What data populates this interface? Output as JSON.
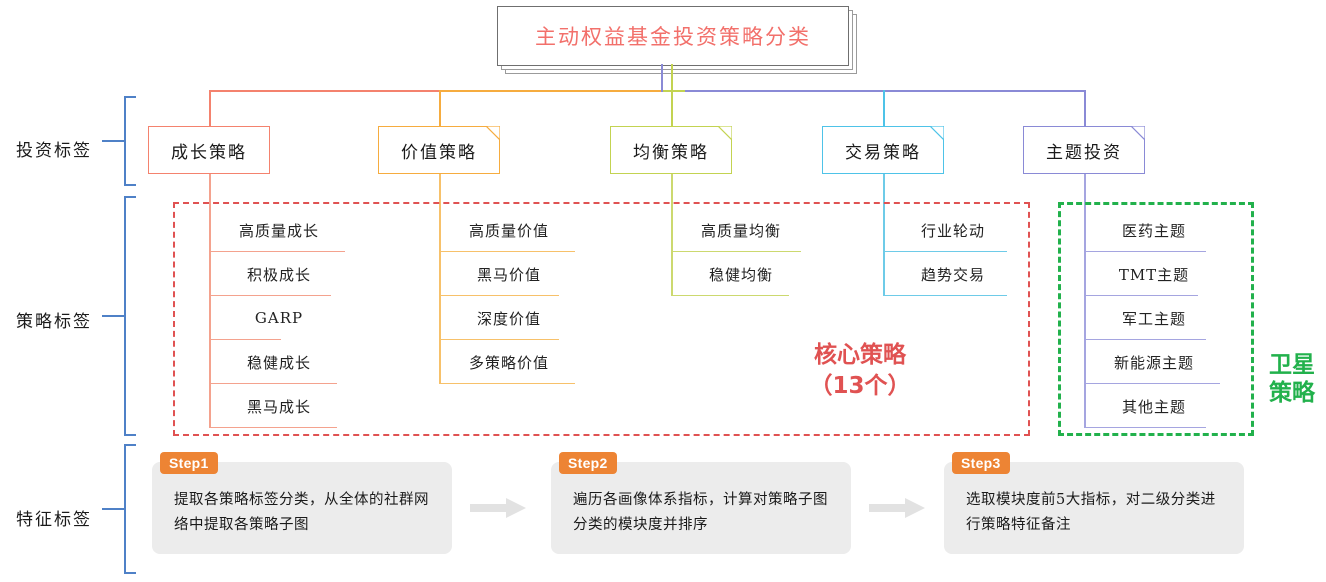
{
  "title": {
    "text": "主动权益基金投资策略分类",
    "color": "#f2706b"
  },
  "sidebar": {
    "items": [
      {
        "label": "投资标签",
        "name": "investment-label"
      },
      {
        "label": "策略标签",
        "name": "strategy-label"
      },
      {
        "label": "特征标签",
        "name": "feature-label"
      }
    ],
    "bracket_color": "#4f81c7"
  },
  "categories": [
    {
      "label": "成长策略",
      "color": "#f4826e",
      "folded": false
    },
    {
      "label": "价值策略",
      "color": "#f6ac3f",
      "folded": true
    },
    {
      "label": "均衡策略",
      "color": "#c3d351",
      "folded": true
    },
    {
      "label": "交易策略",
      "color": "#4ec3e8",
      "folded": true
    },
    {
      "label": "主题投资",
      "color": "#8a8ad6",
      "folded": true
    }
  ],
  "strategy_columns": [
    {
      "category": "成长策略",
      "color": "#f4a28e",
      "items": [
        "高质量成长",
        "积极成长",
        "GARP",
        "稳健成长",
        "黑马成长"
      ]
    },
    {
      "category": "价值策略",
      "color": "#f7c16a",
      "items": [
        "高质量价值",
        "黑马价值",
        "深度价值",
        "多策略价值"
      ]
    },
    {
      "category": "均衡策略",
      "color": "#ccd96f",
      "items": [
        "高质量均衡",
        "稳健均衡"
      ]
    },
    {
      "category": "交易策略",
      "color": "#6ecbe8",
      "items": [
        "行业轮动",
        "趋势交易"
      ]
    },
    {
      "category": "主题投资",
      "color": "#a5a5e0",
      "items": [
        "医药主题",
        "TMT主题",
        "军工主题",
        "新能源主题",
        "其他主题"
      ]
    }
  ],
  "annotations": {
    "core": {
      "line1": "核心策略",
      "line2": "（13个）",
      "color": "#e05252"
    },
    "satellite": {
      "line1": "卫星",
      "line2": "策略",
      "color": "#22b14c"
    }
  },
  "steps": [
    {
      "badge": "Step1",
      "text": "提取各策略标签分类，从全体的社群网络中提取各策略子图"
    },
    {
      "badge": "Step2",
      "text": "遍历各画像体系指标，计算对策略子图分类的模块度并排序"
    },
    {
      "badge": "Step3",
      "text": "选取模块度前5大指标，对二级分类进行策略特征备注"
    }
  ],
  "step_badge_color": "#ed8434"
}
